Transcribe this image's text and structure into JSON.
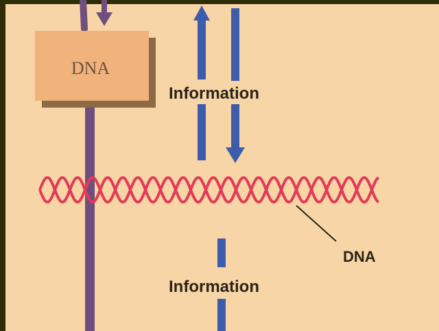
{
  "colors": {
    "frame": "#2f2c08",
    "panel": "#f7d5a6",
    "purple_line": "#6e4f7e",
    "blue_arrow": "#3e5cac",
    "helix": "#e23b58",
    "box_fill": "#f0b37c",
    "box_shadow": "#8b6a45"
  },
  "dna_box": {
    "label": "DNA"
  },
  "top_info_label": "Information",
  "bottom_info_label": "Information",
  "helix_label": "DNA"
}
